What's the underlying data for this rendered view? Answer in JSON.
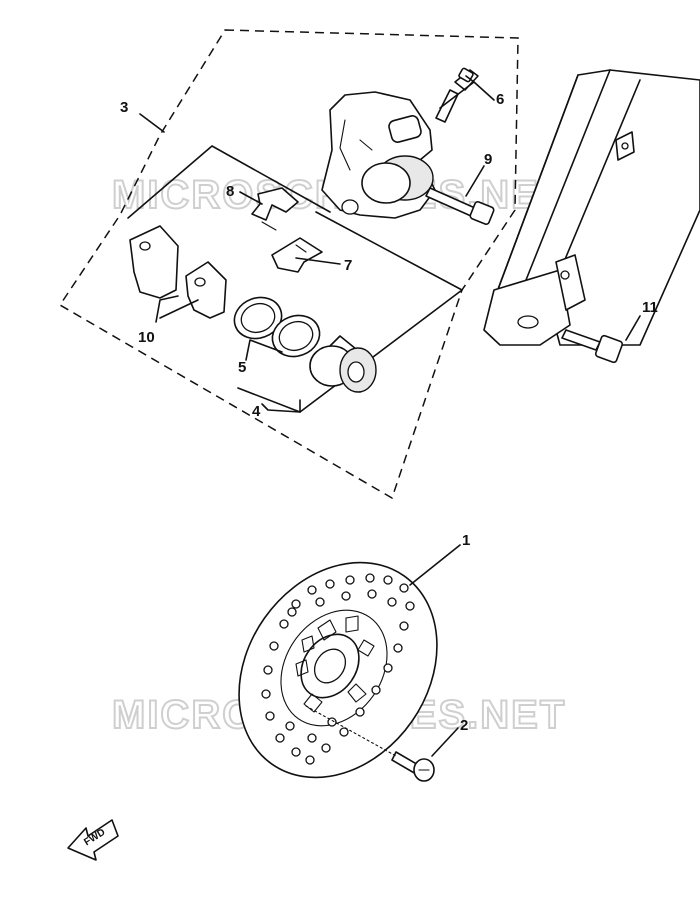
{
  "watermark": {
    "text": "MICROSCHEMES.NET"
  },
  "callouts": [
    {
      "id": "1",
      "text": "1"
    },
    {
      "id": "2",
      "text": "2"
    },
    {
      "id": "3",
      "text": "3"
    },
    {
      "id": "4",
      "text": "4"
    },
    {
      "id": "5",
      "text": "5"
    },
    {
      "id": "6",
      "text": "6"
    },
    {
      "id": "7",
      "text": "7"
    },
    {
      "id": "8",
      "text": "8"
    },
    {
      "id": "9",
      "text": "9"
    },
    {
      "id": "10",
      "text": "10"
    },
    {
      "id": "11",
      "text": "11"
    }
  ],
  "direction_arrow": {
    "text": "FWD"
  }
}
